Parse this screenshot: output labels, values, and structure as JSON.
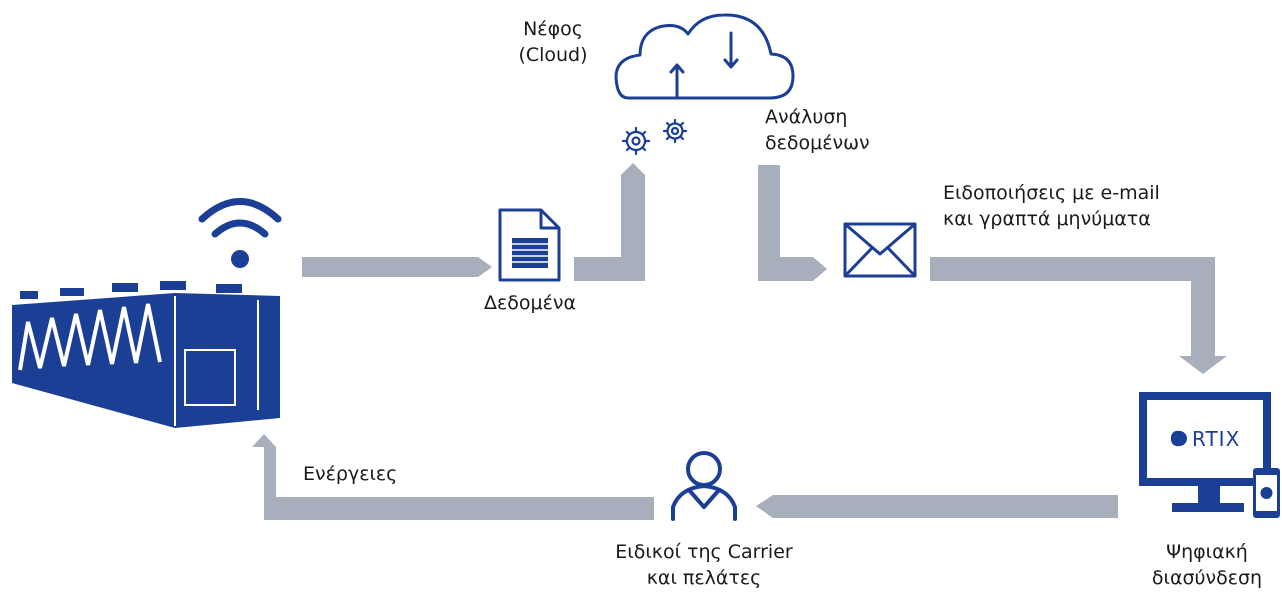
{
  "colors": {
    "arrow": "#a7afbd",
    "brand_blue": "#1b3f94",
    "text": "#1a1a1a"
  },
  "nodes": {
    "cloud": {
      "icon": "cloud-icon",
      "label_line1": "Νέφος",
      "label_line2": "(Cloud)"
    },
    "analysis": {
      "icon": "gears-icon",
      "label_line1": "Ανάλυση",
      "label_line2": "δεδομένων"
    },
    "data": {
      "icon": "document-icon",
      "label": "Δεδομένα"
    },
    "notifications": {
      "icon": "envelope-icon",
      "label_line1": "Ειδοποιήσεις με e-mail",
      "label_line2": "και γραπτά μηνύματα"
    },
    "digital": {
      "icon": "monitor-icon",
      "screen_text": "C  RTIX",
      "label_line1": "Ψηφιακή",
      "label_line2": "διασύνδεση"
    },
    "experts": {
      "icon": "person-icon",
      "label_line1": "Ειδικοί της Carrier",
      "label_line2": "και πελάτες"
    },
    "actions": {
      "label": "Ενέργειες"
    },
    "chiller": {
      "icon": "chiller-icon",
      "wireless": "wifi-icon"
    }
  }
}
